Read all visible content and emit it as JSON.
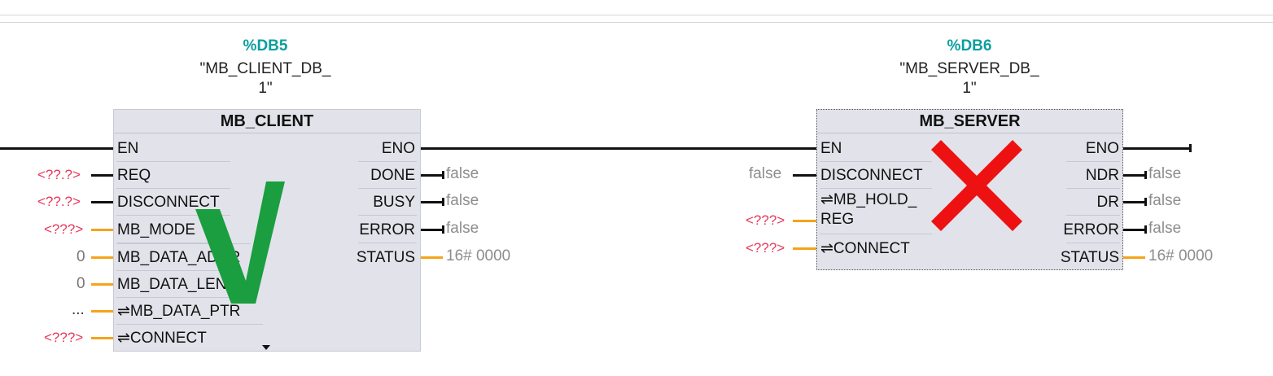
{
  "client": {
    "db_number": "%DB5",
    "db_name_line1": "\"MB_CLIENT_DB_",
    "db_name_line2": "1\"",
    "title": "MB_CLIENT",
    "inputs": [
      "EN",
      "REQ",
      "DISCONNECT",
      "MB_MODE",
      "MB_DATA_ADDR",
      "MB_DATA_LEN",
      "⇌MB_DATA_PTR",
      "⇌CONNECT"
    ],
    "outputs": [
      "ENO",
      "DONE",
      "BUSY",
      "ERROR",
      "STATUS"
    ],
    "input_values": [
      "",
      "<??.?>",
      "<??.?>",
      "<???>",
      "0",
      "0",
      "...",
      "<???>"
    ],
    "output_values": [
      "",
      "false",
      "false",
      "false",
      "16# 0000"
    ]
  },
  "server": {
    "db_number": "%DB6",
    "db_name_line1": "\"MB_SERVER_DB_",
    "db_name_line2": "1\"",
    "title": "MB_SERVER",
    "inputs": [
      "EN",
      "DISCONNECT",
      "⇌MB_HOLD_",
      "REG",
      "⇌CONNECT"
    ],
    "outputs": [
      "ENO",
      "NDR",
      "DR",
      "ERROR",
      "STATUS"
    ],
    "input_values": [
      "",
      "false",
      "<???>",
      "<???>"
    ],
    "output_values": [
      "",
      "false",
      "false",
      "false",
      "16# 0000"
    ]
  },
  "annotations": {
    "client_mark": "check-mark",
    "client_mark_color": "#1a9e3f",
    "server_mark": "cross-mark",
    "server_mark_color": "#ee1111"
  }
}
